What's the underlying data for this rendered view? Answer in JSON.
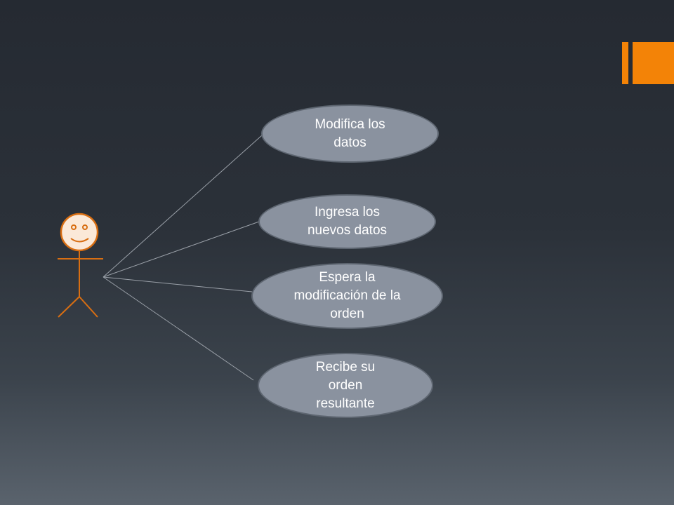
{
  "colors": {
    "accent": "#f38307",
    "actor_stroke": "#d86e12",
    "usecase_fill": "#8a929f",
    "usecase_text": "#ffffff",
    "connector": "#9aa0a8"
  },
  "diagram": {
    "actor": {
      "icon": "stick-figure-smiley"
    },
    "use_cases": [
      {
        "label": "Modifica los datos"
      },
      {
        "label": "Ingresa los nuevos datos"
      },
      {
        "label": "Espera la modificación de la orden"
      },
      {
        "label": "Recibe su orden resultante"
      }
    ]
  }
}
